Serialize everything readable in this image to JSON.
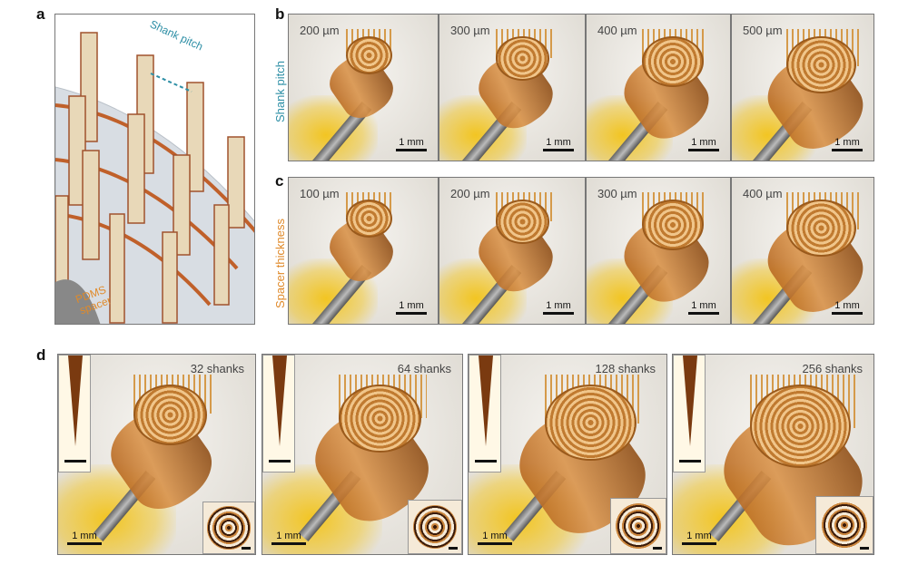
{
  "panel_labels": {
    "a": "a",
    "b": "b",
    "c": "c",
    "d": "d"
  },
  "panel_a": {
    "shank_pitch": "Shank pitch",
    "pdms_spacer_line1": "PDMS",
    "pdms_spacer_line2": "spacer"
  },
  "panel_b": {
    "row_label": "Shank pitch",
    "row_color": "#2e8fa6",
    "items": [
      {
        "label": "200 µm",
        "scale": "1 mm"
      },
      {
        "label": "300 µm",
        "scale": "1 mm"
      },
      {
        "label": "400 µm",
        "scale": "1 mm"
      },
      {
        "label": "500 µm",
        "scale": "1 mm"
      }
    ]
  },
  "panel_c": {
    "row_label": "Spacer thickness",
    "row_color": "#e08a2a",
    "items": [
      {
        "label": "100 µm",
        "scale": "1 mm"
      },
      {
        "label": "200 µm",
        "scale": "1 mm"
      },
      {
        "label": "300 µm",
        "scale": "1 mm"
      },
      {
        "label": "400 µm",
        "scale": "1 mm"
      }
    ]
  },
  "panel_d": {
    "items": [
      {
        "label": "32 shanks",
        "scale": "1 mm"
      },
      {
        "label": "64 shanks",
        "scale": "1 mm"
      },
      {
        "label": "128 shanks",
        "scale": "1 mm"
      },
      {
        "label": "256 shanks",
        "scale": "1 mm"
      }
    ]
  }
}
